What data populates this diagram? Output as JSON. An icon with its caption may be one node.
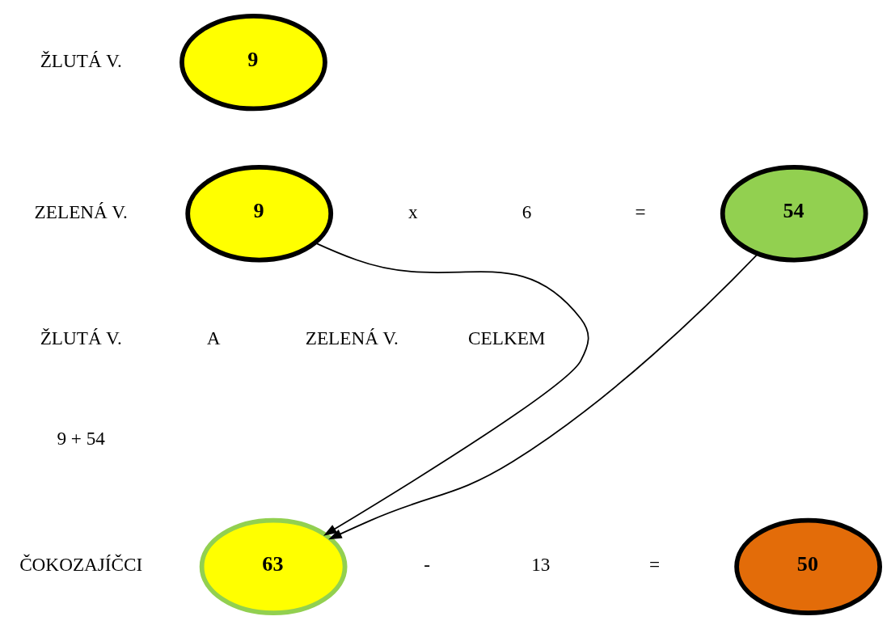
{
  "diagram": {
    "nodes": [
      {
        "text": [
          "9"
        ],
        "beside": [
          "ŽLUTÁ V."
        ]
      },
      {
        "text": [
          "9"
        ],
        "beside": [
          "ZELENÁ V."
        ]
      },
      {
        "text": [
          "54"
        ]
      },
      {
        "text": [
          "63"
        ],
        "beside": [
          "ČOKOZAJÍČCI"
        ]
      },
      {
        "text": [
          "50"
        ]
      }
    ],
    "edges": [
      {
        "from": 1,
        "to": 3,
        "arrow": "to"
      },
      {
        "from": 2,
        "to": 3,
        "arrow": "to"
      }
    ],
    "labels": [
      "x",
      "6",
      "=",
      "ŽLUTÁ V.",
      "A",
      "ZELENÁ V.",
      "CELKEM",
      "9 + 54",
      "-",
      "13",
      "="
    ]
  }
}
